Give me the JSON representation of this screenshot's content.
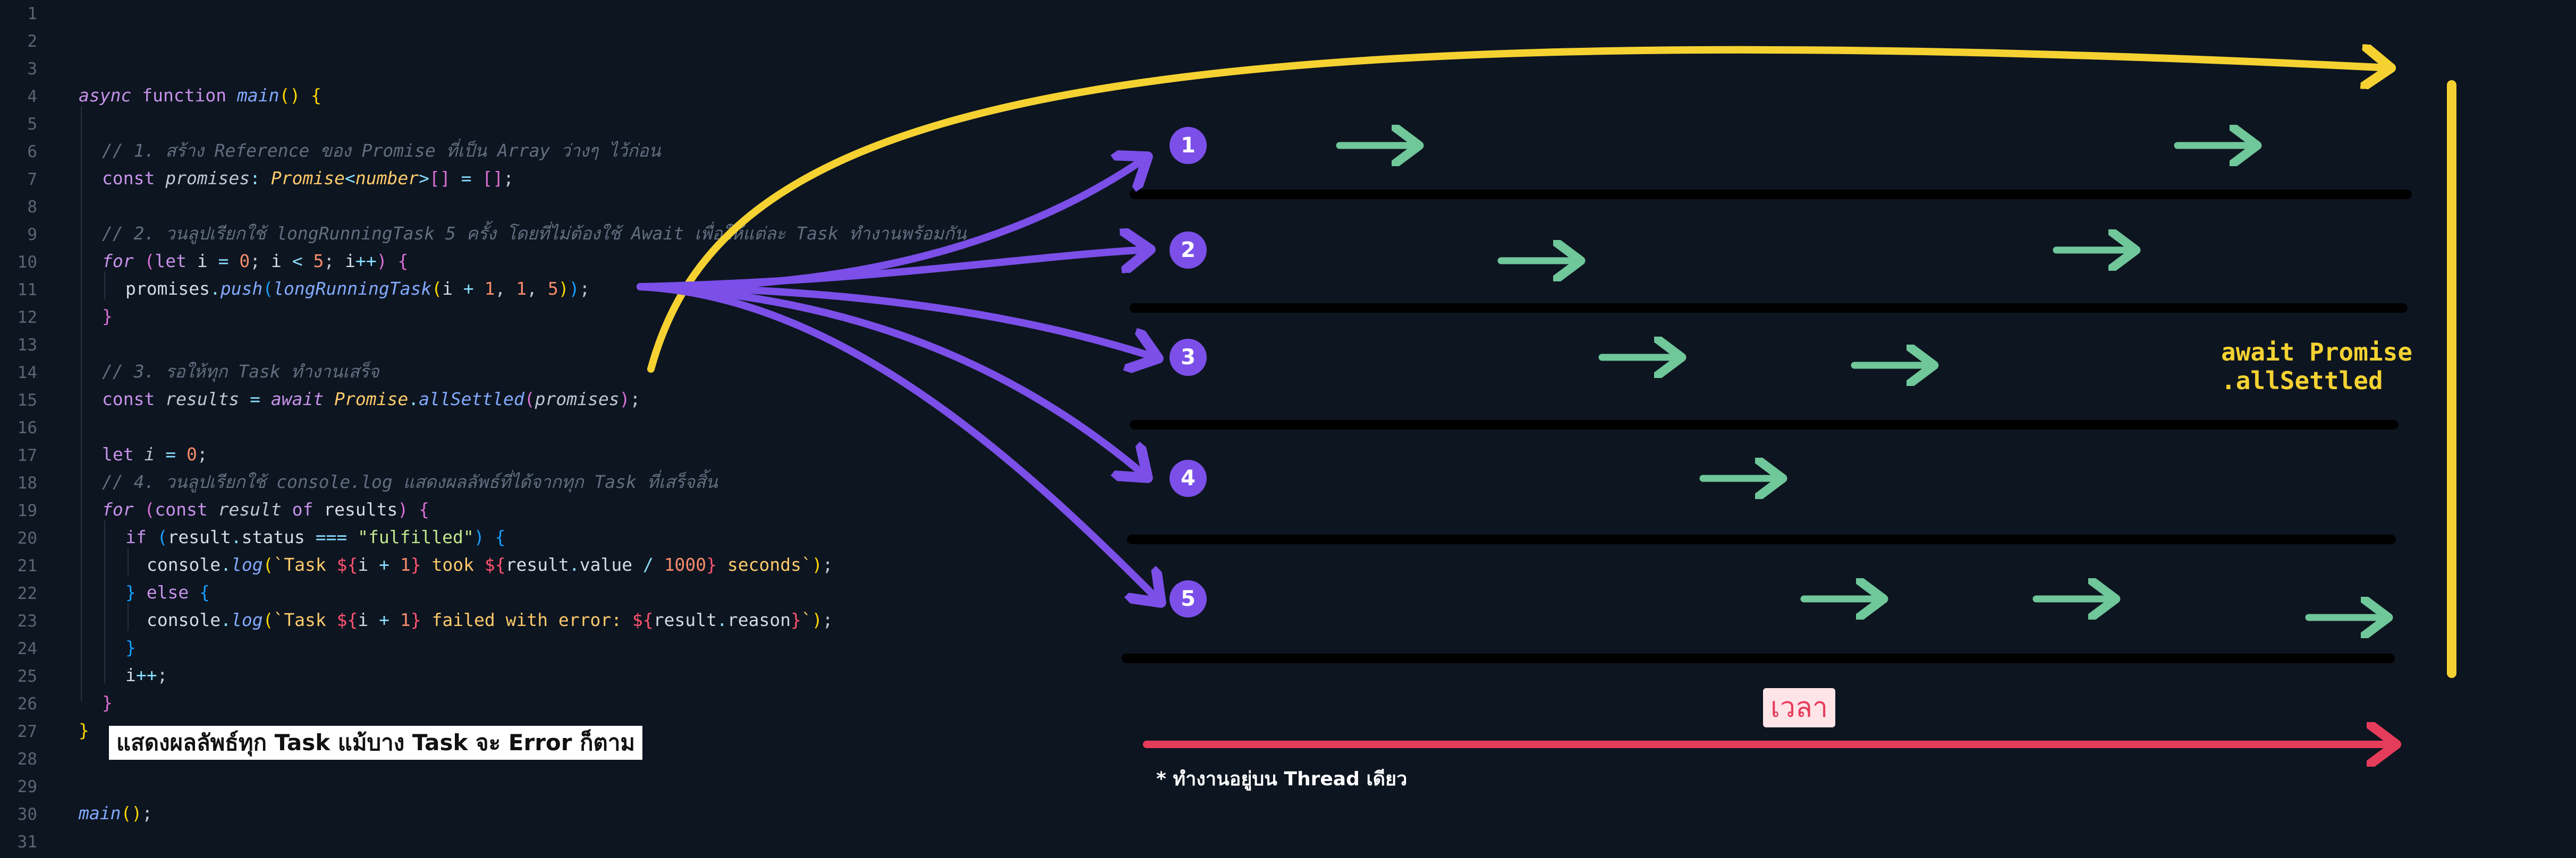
{
  "line_numbers": [
    "1",
    "2",
    "3",
    "4",
    "5",
    "6",
    "7",
    "8",
    "9",
    "10",
    "11",
    "12",
    "13",
    "14",
    "15",
    "16",
    "17",
    "18",
    "19",
    "20",
    "21",
    "22",
    "23",
    "24",
    "25",
    "26",
    "27",
    "28",
    "29",
    "30",
    "31"
  ],
  "code": {
    "async_kw": "async",
    "function_kw": "function",
    "main_fn": "main",
    "c1": "// 1. สร้าง Reference ของ Promise ที่เป็น Array ว่างๆ ไว้ก่อน",
    "c2": "// 2. วนลูปเรียกใช้ longRunningTask 5 ครั้ง โดยที่ไม่ต้องใช้ Await เพื่อให้แต่ละ Task ทำงานพร้อมกัน",
    "c3": "// 3. รอให้ทุก Task ทำงานเสร็จ",
    "c4": "// 4. วนลูปเรียกใช้ console.log แสดงผลลัพธ์ที่ได้จากทุก Task ที่เสร็จสิ้น",
    "const_kw": "const",
    "let_kw": "let",
    "for_kw": "for",
    "of_kw": "of",
    "if_kw": "if",
    "else_kw": "else",
    "await_kw": "await",
    "promises_var": "promises",
    "promise_type": "Promise",
    "number_type": "number",
    "results_var": "results",
    "result_var": "result",
    "i_var": "i",
    "push_fn": "push",
    "lrt_fn": "longRunningTask",
    "allsettled_fn": "allSettled",
    "log_fn": "log",
    "console_obj": "console",
    "status_prop": "status",
    "value_prop": "value",
    "reason_prop": "reason",
    "fulfilled_str": "\"fulfilled\"",
    "took_str": " took ",
    "seconds_str": " seconds",
    "failed_str": " failed with error: ",
    "task_str": "Task ",
    "n0": "0",
    "n1": "1",
    "n5": "5",
    "n1000": "1000"
  },
  "caption": "แสดงผลลัพธ์ทุก Task แม้บาง Task จะ Error ก็ตาม",
  "tasks": [
    {
      "label": "1",
      "arrow_positions": [
        0.04,
        0.87
      ]
    },
    {
      "label": "2",
      "arrow_positions": [
        0.2,
        0.75
      ]
    },
    {
      "label": "3",
      "arrow_positions": [
        0.3,
        0.55
      ]
    },
    {
      "label": "4",
      "arrow_positions": [
        0.4
      ]
    },
    {
      "label": "5",
      "arrow_positions": [
        0.5,
        0.73,
        1.0
      ]
    }
  ],
  "await_label": "await Promise\n.allSettled",
  "time_label": "เวลา",
  "note": "* ทำงานอยู่บน Thread เดียว",
  "colors": {
    "background": "#0d1520",
    "purple_arrow": "#7b4fe8",
    "yellow": "#f5d232",
    "green_arrow": "#6fc79a",
    "time_arrow": "#e63c5b",
    "lane_line": "#000000"
  }
}
